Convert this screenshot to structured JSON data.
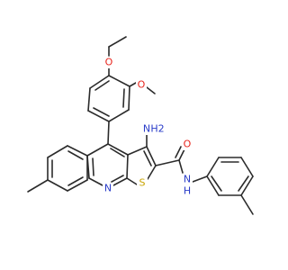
{
  "colors": {
    "bond": "#2b2b2b",
    "carbon": "#2b2b2b",
    "oxygen": "#e8251d",
    "nitrogen": "#2a3cc8",
    "sulfur": "#c9a400",
    "background": "#ffffff"
  },
  "labels": {
    "o_top": "O",
    "o_mid": "O",
    "nh2_n": "N",
    "nh2_h2": "H2",
    "o_amide": "O",
    "n_ring": "N",
    "s_ring": "S",
    "nh_n": "N",
    "nh_h": "H"
  }
}
